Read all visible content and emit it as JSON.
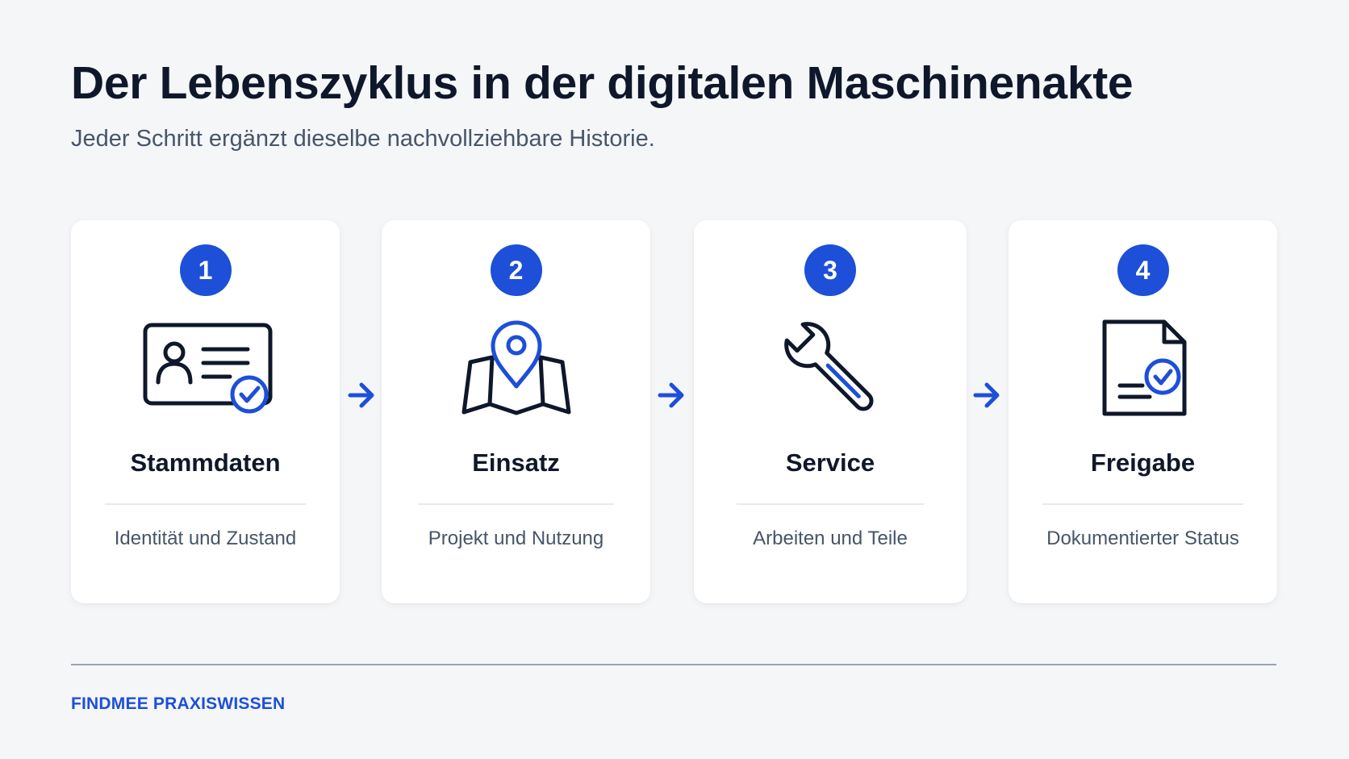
{
  "header": {
    "title": "Der Lebenszyklus in der digitalen Maschinenakte",
    "subtitle": "Jeder Schritt ergänzt dieselbe nachvollziehbare Historie."
  },
  "steps": [
    {
      "number": "1",
      "title": "Stammdaten",
      "description": "Identität und Zustand",
      "icon": "id-card-check-icon"
    },
    {
      "number": "2",
      "title": "Einsatz",
      "description": "Projekt und Nutzung",
      "icon": "map-pin-icon"
    },
    {
      "number": "3",
      "title": "Service",
      "description": "Arbeiten und Teile",
      "icon": "wrench-icon"
    },
    {
      "number": "4",
      "title": "Freigabe",
      "description": "Dokumentierter Status",
      "icon": "document-check-icon"
    }
  ],
  "footer": {
    "brand": "FINDMEE PRAXISWISSEN"
  },
  "colors": {
    "accent": "#1d4fd8",
    "text_dark": "#0f172a",
    "text_muted": "#475569",
    "background": "#f5f6f8",
    "card": "#ffffff"
  }
}
